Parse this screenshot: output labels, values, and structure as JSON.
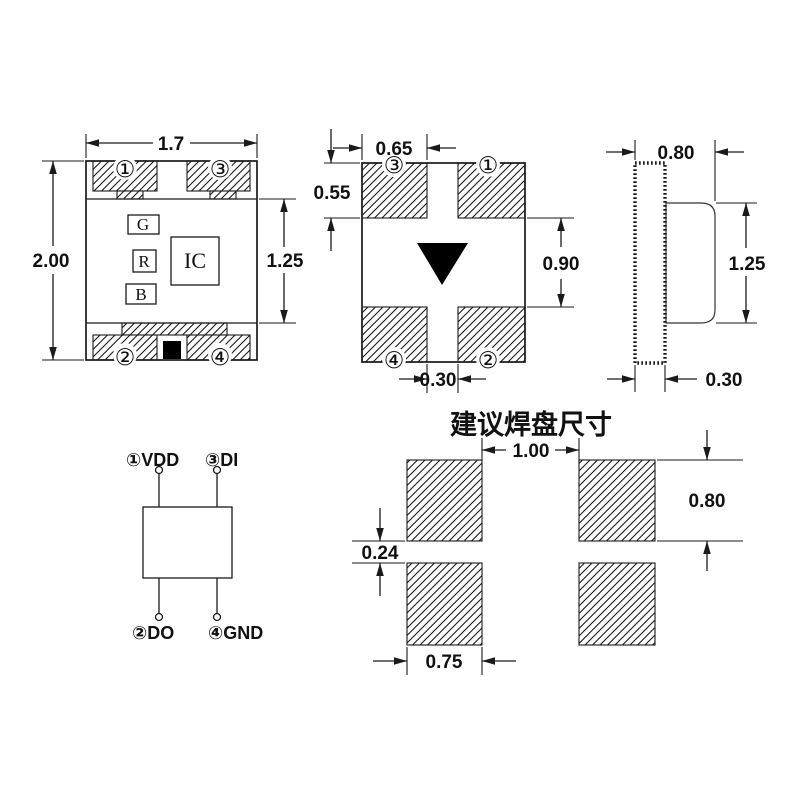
{
  "package_top_view": {
    "overall_width": "1.7",
    "overall_height": "2.00",
    "body_height": "1.25",
    "pad_numbers": {
      "top_left": "①",
      "top_right": "③",
      "bottom_left": "②",
      "bottom_right": "④"
    },
    "die_labels": {
      "green": "G",
      "red": "R",
      "blue": "B",
      "ic": "IC"
    }
  },
  "package_bottom_view": {
    "pad_width": "0.65",
    "pad_height": "0.55",
    "pad_gap_vertical": "0.90",
    "pad_gap_horizontal": "0.30",
    "pad_numbers": {
      "top_left": "③",
      "top_right": "①",
      "bottom_left": "④",
      "bottom_right": "②"
    }
  },
  "package_side_view": {
    "total_thickness": "0.80",
    "lens_height": "1.25",
    "base_thickness": "0.30"
  },
  "pinout_diagram": {
    "top_left": "①VDD",
    "top_right": "③DI",
    "bottom_left": "②DO",
    "bottom_right": "④GND"
  },
  "recommended_pad_layout": {
    "title": "建议焊盘尺寸",
    "pad_gap_horizontal": "1.00",
    "pad_height": "0.80",
    "pad_gap_vertical": "0.24",
    "pad_width": "0.75"
  },
  "colors": {
    "line": "#1a1a1a",
    "background": "#ffffff",
    "mark": "#000000"
  }
}
